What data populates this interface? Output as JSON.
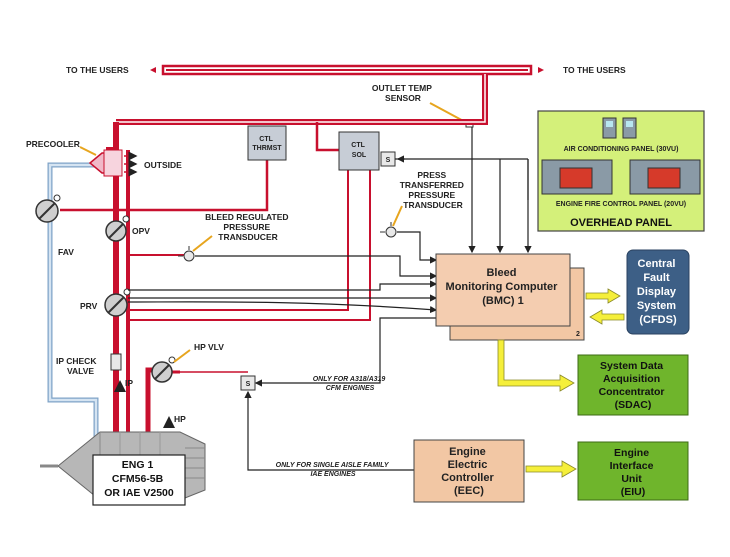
{
  "labels": {
    "to_users_left": "TO THE USERS",
    "to_users_right": "TO THE USERS",
    "outlet_temp_sensor": [
      "OUTLET TEMP",
      "SENSOR"
    ],
    "precooler": "PRECOOLER",
    "outside": "OUTSIDE",
    "ctl_thrmst": [
      "CTL",
      "THRMST"
    ],
    "ctl_sol": [
      "CTL",
      "SOL"
    ],
    "s_valve": "S",
    "press_transferred": [
      "PRESS",
      "TRANSFERRED",
      "PRESSURE",
      "TRANSDUCER"
    ],
    "bleed_regulated": [
      "BLEED REGULATED",
      "PRESSURE",
      "TRANSDUCER"
    ],
    "fav": "FAV",
    "opv": "OPV",
    "prv": "PRV",
    "ip_check_valve": [
      "IP CHECK",
      "VALVE"
    ],
    "ip": "IP",
    "hp_vlv": "HP VLV",
    "hp": "HP",
    "only_a318": [
      "ONLY FOR A318/A319",
      "CFM ENGINES"
    ],
    "only_single_aisle": [
      "ONLY FOR SINGLE AISLE FAMILY",
      "IAE ENGINES"
    ]
  },
  "engine": [
    "ENG 1",
    "CFM56-5B",
    "OR IAE V2500"
  ],
  "overhead": {
    "ac_panel": "AIR CONDITIONING PANEL (30VU)",
    "fire_panel": "ENGINE FIRE CONTROL PANEL (20VU)",
    "title": "OVERHEAD PANEL"
  },
  "bmc": {
    "lines": [
      "Bleed",
      "Monitoring Computer",
      "(BMC) 1"
    ],
    "second": "2"
  },
  "cfds": [
    "Central",
    "Fault",
    "Display",
    "System",
    "(CFDS)"
  ],
  "sdac": [
    "System Data",
    "Acquisition",
    "Concentrator",
    "(SDAC)"
  ],
  "eec": [
    "Engine",
    "Electric",
    "Controller",
    "(EEC)"
  ],
  "eiu": [
    "Engine",
    "Interface",
    "Unit",
    "(EIU)"
  ],
  "colors": {
    "bleed_duct": "#c8102e",
    "cool_duct": "#a8c4e0",
    "overhead_bg": "#d4f07a",
    "bmc_bg": "#f2c7a4",
    "cfds_bg": "#3d5f86",
    "green_box": "#6fb52c",
    "yellow_arrow": "#f5ef3a"
  }
}
